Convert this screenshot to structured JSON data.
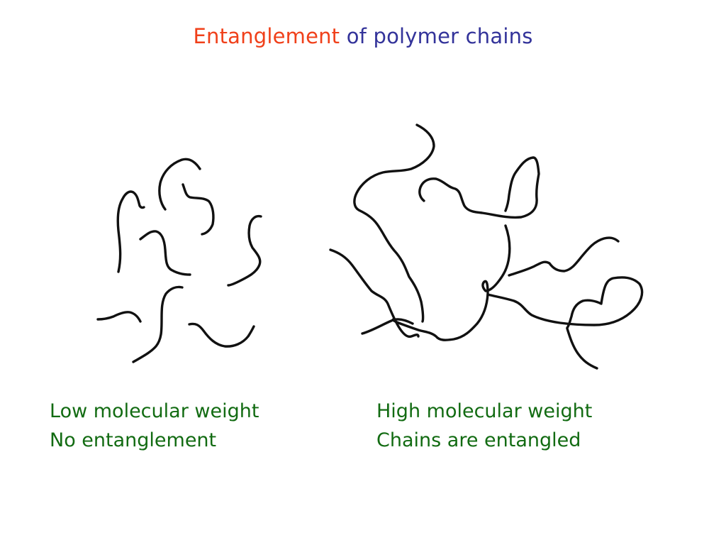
{
  "slide": {
    "title": {
      "part1": "Entanglement",
      "part2": "of polymer chains",
      "colors": {
        "part1": "#f0401a",
        "part2": "#33339a"
      }
    },
    "panels": [
      {
        "id": "low-mw",
        "illustration": "short-separate-polymer-chains",
        "chain_count": 8,
        "caption_line1": "Low molecular weight",
        "caption_line2": "No entanglement"
      },
      {
        "id": "high-mw",
        "illustration": "long-entangled-polymer-chains",
        "caption_line1": "High molecular weight",
        "caption_line2": "Chains are entangled"
      }
    ],
    "caption_color": "#126b12",
    "stroke_color": "#111111"
  }
}
